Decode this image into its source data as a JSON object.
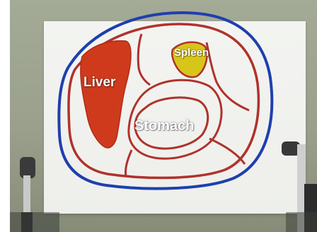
{
  "labels": {
    "liver": "Liver",
    "spleen": "Spleen",
    "stomach": "Stomach"
  },
  "colors": {
    "outer_ring": "#1f3fae",
    "organ_outline": "#b0322c",
    "liver_fill": "#cf3a1c",
    "spleen_fill": "#d8c51a",
    "board": "#f1f2ef",
    "table": "#9ca28e"
  }
}
